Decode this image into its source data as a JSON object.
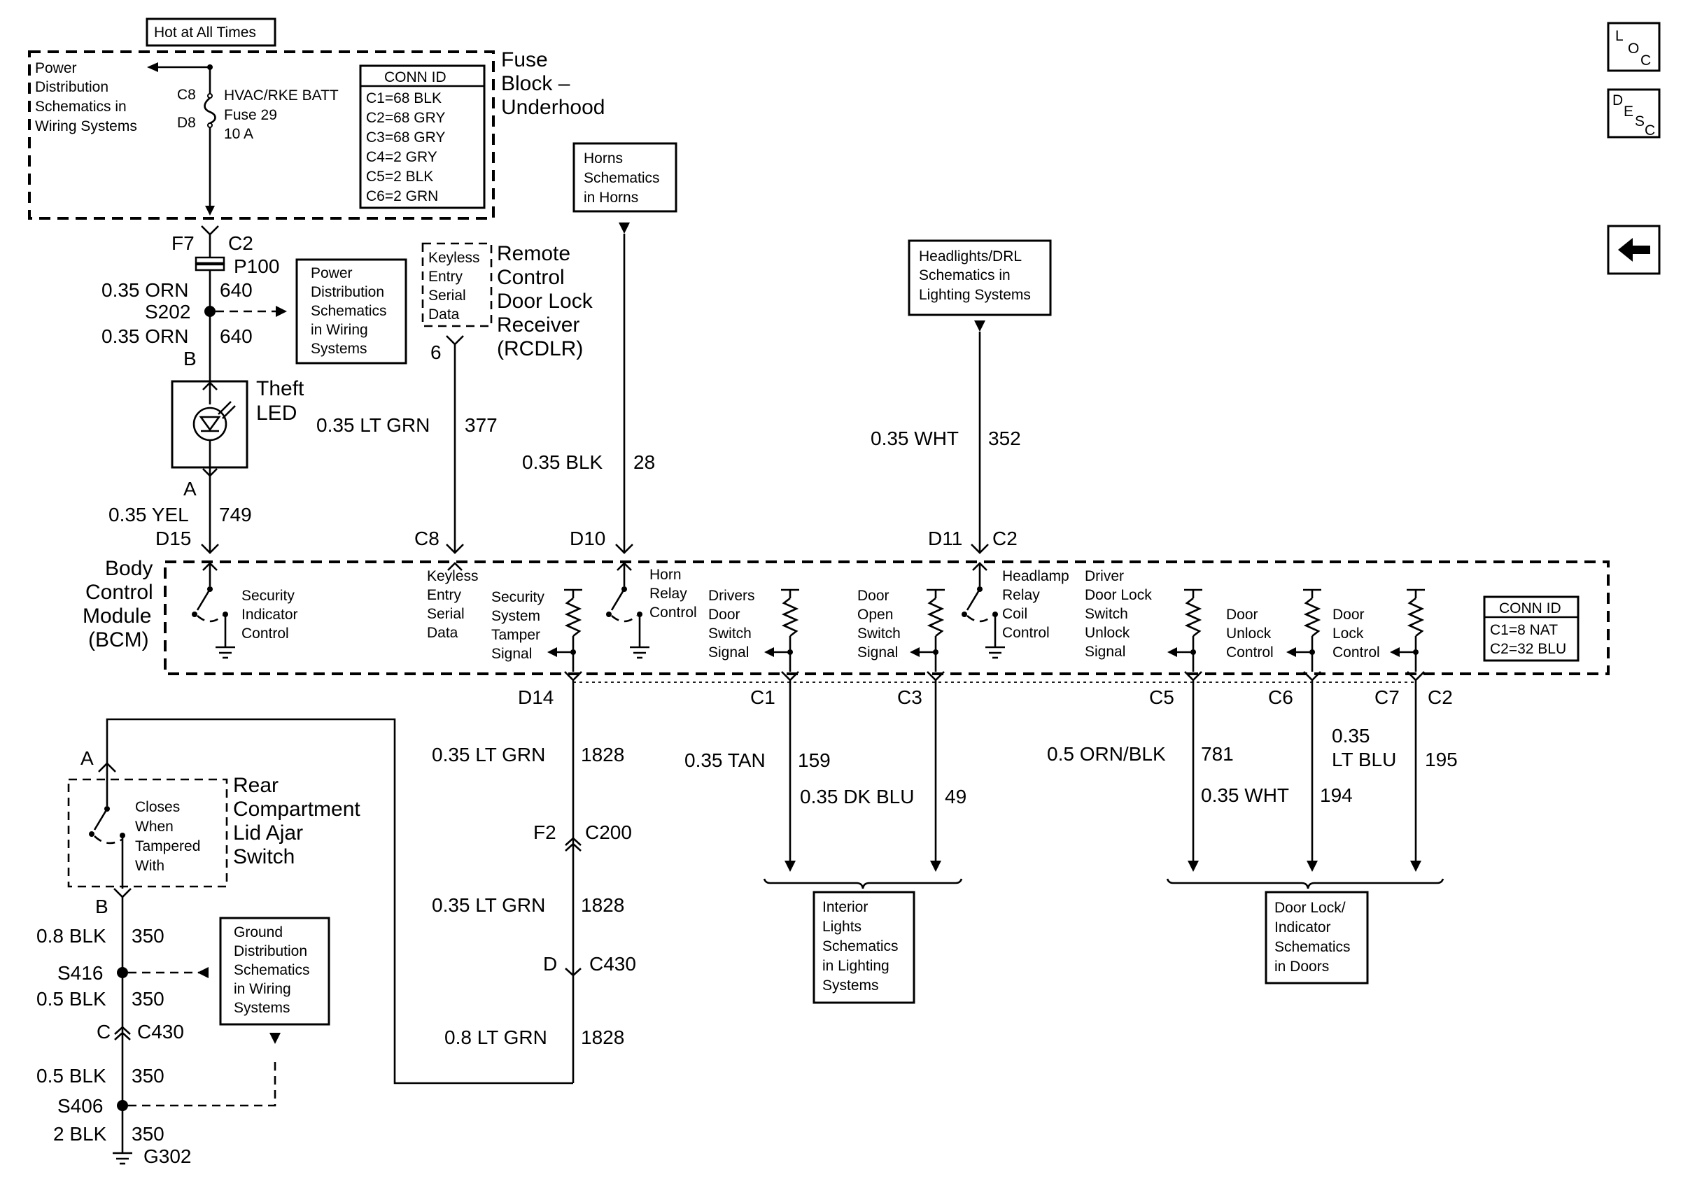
{
  "nav": {
    "loc_label": [
      "L",
      "O",
      "C"
    ],
    "desc_label": [
      "D",
      "E",
      "S",
      "C"
    ],
    "back_icon": "left-arrow-icon"
  },
  "fuse_block": {
    "hot_label": "Hot at All Times",
    "title": [
      "Fuse",
      "Block –",
      "Underhood"
    ],
    "power_ref": [
      "Power",
      "Distribution",
      "Schematics in",
      "Wiring Systems"
    ],
    "fuse_pins": [
      "C8",
      "D8"
    ],
    "fuse_name": [
      "HVAC/RKE BATT",
      "Fuse 29",
      "10 A"
    ],
    "conn_title": "CONN ID",
    "conn_rows": [
      "C1=68 BLK",
      "C2=68 GRY",
      "C3=68 GRY",
      "C4=2 GRY",
      "C5=2 BLK",
      "C6=2 GRN"
    ]
  },
  "upper_left": {
    "f7": "F7",
    "c2": "C2",
    "p100": "P100",
    "wire1": "0.35 ORN",
    "circ1": "640",
    "s202": "S202",
    "wire2": "0.35 ORN",
    "circ2": "640",
    "b": "B",
    "theft_led": [
      "Theft",
      "LED"
    ],
    "a": "A",
    "wire3": "0.35 YEL",
    "circ3": "749",
    "d15": "D15",
    "power_ref2": [
      "Power",
      "Distribution",
      "Schematics",
      "in Wiring",
      "Systems"
    ]
  },
  "rcdlr": {
    "keyless": [
      "Keyless",
      "Entry",
      "Serial",
      "Data"
    ],
    "title": [
      "Remote",
      "Control",
      "Door Lock",
      "Receiver",
      "(RCDLR)"
    ],
    "pin": "6",
    "wire": "0.35 LT GRN",
    "circ": "377",
    "c8": "C8"
  },
  "horns": {
    "ref": [
      "Horns",
      "Schematics",
      "in Horns"
    ],
    "wire": "0.35 BLK",
    "circ": "28",
    "d10": "D10"
  },
  "headlights": {
    "ref": [
      "Headlights/DRL",
      "Schematics in",
      "Lighting Systems"
    ],
    "wire": "0.35 WHT",
    "circ": "352",
    "d11": "D11",
    "c2": "C2"
  },
  "bcm": {
    "title": [
      "Body",
      "Control",
      "Module",
      "(BCM)"
    ],
    "security_indicator": [
      "Security",
      "Indicator",
      "Control"
    ],
    "keyless_data": [
      "Keyless",
      "Entry",
      "Serial",
      "Data"
    ],
    "tamper": [
      "Security",
      "System",
      "Tamper",
      "Signal"
    ],
    "horn_relay": [
      "Horn",
      "Relay",
      "Control"
    ],
    "drivers_door": [
      "Drivers",
      "Door",
      "Switch",
      "Signal"
    ],
    "door_open": [
      "Door",
      "Open",
      "Switch",
      "Signal"
    ],
    "headlamp_relay": [
      "Headlamp",
      "Relay",
      "Coil",
      "Control"
    ],
    "driver_unlock": [
      "Driver",
      "Door Lock",
      "Switch",
      "Unlock",
      "Signal"
    ],
    "door_unlock": [
      "Door",
      "Unlock",
      "Control"
    ],
    "door_lock": [
      "Door",
      "Lock",
      "Control"
    ],
    "conn_title": "CONN ID",
    "conn_rows": [
      "C1=8 NAT",
      "C2=32 BLU"
    ]
  },
  "lower": {
    "d14": "D14",
    "w1828a": "0.35 LT GRN",
    "c1828a": "1828",
    "f2": "F2",
    "c200": "C200",
    "w1828b": "0.35 LT GRN",
    "c1828b": "1828",
    "d": "D",
    "c430": "C430",
    "w1828c": "0.8 LT GRN",
    "c1828c": "1828",
    "c1": "C1",
    "c3": "C3",
    "w159": "0.35 TAN",
    "c159": "159",
    "w49": "0.35 DK BLU",
    "c49": "49",
    "interior_ref": [
      "Interior",
      "Lights",
      "Schematics",
      "in Lighting",
      "Systems"
    ],
    "c5": "C5",
    "c6": "C6",
    "c7": "C7",
    "c2": "C2",
    "w781": "0.5 ORN/BLK",
    "c781": "781",
    "w194": "0.35 WHT",
    "c194": "194",
    "w195": [
      "0.35",
      "LT BLU"
    ],
    "c195": "195",
    "doorlock_ref": [
      "Door Lock/",
      "Indicator",
      "Schematics",
      "in Doors"
    ]
  },
  "rear_switch": {
    "a": "A",
    "closes": [
      "Closes",
      "When",
      "Tampered",
      "With"
    ],
    "title": [
      "Rear",
      "Compartment",
      "Lid Ajar",
      "Switch"
    ],
    "b": "B",
    "w1": "0.8 BLK",
    "c1": "350",
    "s416": "S416",
    "w2": "0.5 BLK",
    "c2": "350",
    "c": "C",
    "c430": "C430",
    "w3": "0.5 BLK",
    "c3": "350",
    "s406": "S406",
    "w4": "2 BLK",
    "c4": "350",
    "g302": "G302",
    "ground_ref": [
      "Ground",
      "Distribution",
      "Schematics",
      "in Wiring",
      "Systems"
    ]
  }
}
